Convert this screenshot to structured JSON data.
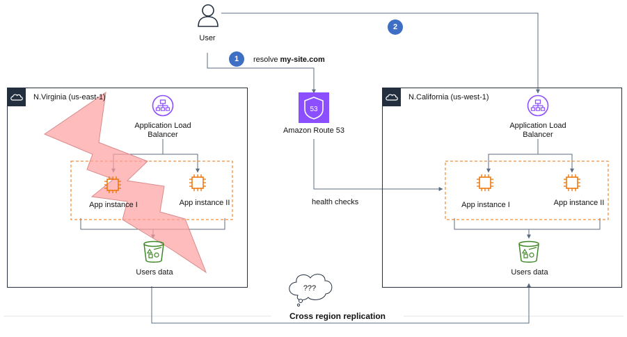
{
  "user": {
    "label": "User"
  },
  "steps": [
    {
      "number": "1",
      "text": "resolve ",
      "bold": "my-site.com"
    },
    {
      "number": "2"
    }
  ],
  "route53": {
    "label": "Amazon Route 53",
    "badge_text": "53",
    "health_checks": "health checks"
  },
  "regions": [
    {
      "title": "N.Virginia (us-east-1)",
      "load_balancer": [
        "Application Load",
        "Balancer"
      ],
      "instances": [
        "App instance I",
        "App instance II"
      ],
      "storage": "Users data",
      "failed": true
    },
    {
      "title": "N.California (us-west-1)",
      "load_balancer": [
        "Application Load",
        "Balancer"
      ],
      "instances": [
        "App instance I",
        "App instance II"
      ],
      "storage": "Users data",
      "failed": false
    }
  ],
  "unknown_cloud": "???",
  "replication": "Cross region replication",
  "colors": {
    "line": "#5a6b82",
    "region_border": "#232f3e",
    "elb": "#8c4fff",
    "ec2": "#ed7100",
    "s3": "#3f8624",
    "route53": "#8c4fff",
    "step_badge": "#3f6fc4",
    "failure": "#ff9f9f"
  }
}
